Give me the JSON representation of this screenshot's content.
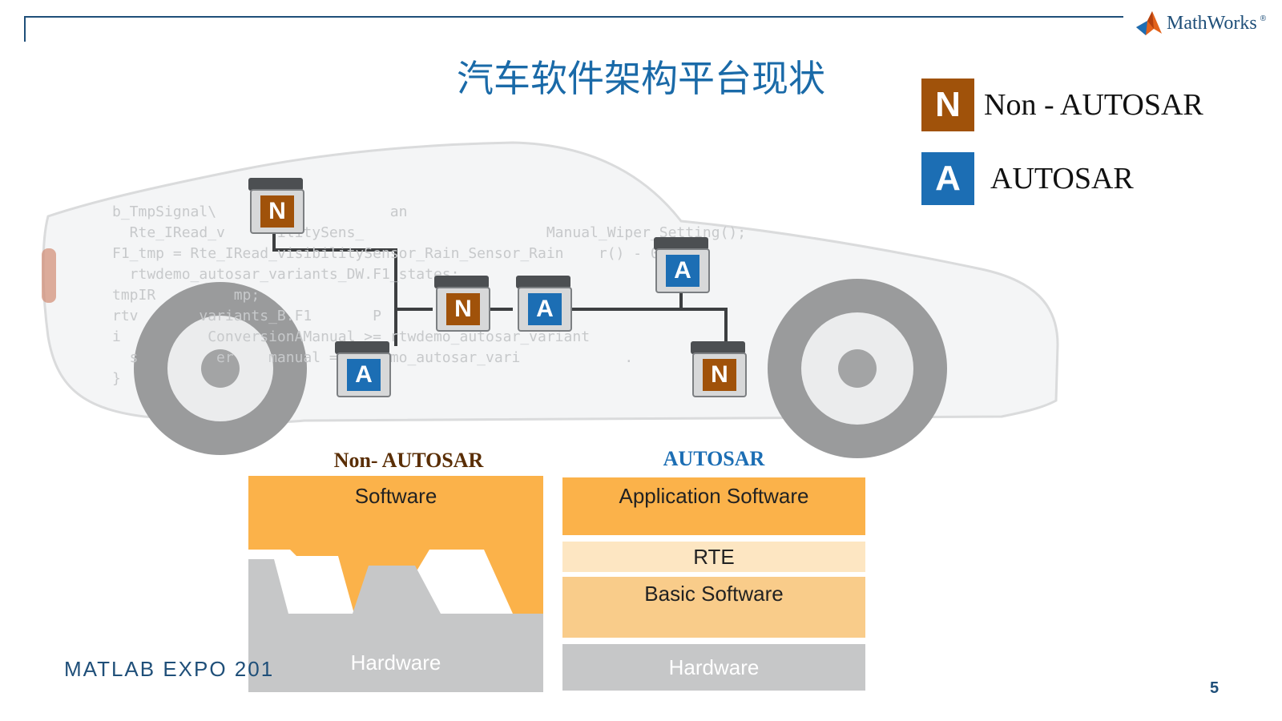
{
  "header": {
    "brand": "MathWorks",
    "brand_mark": "®"
  },
  "title": "汽车软件架构平台现状",
  "legend": {
    "items": [
      {
        "letter": "N",
        "label": "Non - AUTOSAR"
      },
      {
        "letter": "A",
        "label": "AUTOSAR"
      }
    ]
  },
  "code_lines": [
    "b_TmpSignal\\                    an",
    "  Rte_IRead_v      ilitySens_                     Manual_Wiper_Setting();",
    "F1_tmp = Rte_IRead_visibilitySensor_Rain_Sensor_Rain    r() - 0.5 *",
    "  rtwdemo_autosar_variants_DW.F1_states;",
    "tmpIR         mp;",
    "rtv       variants_B.F1       P",
    "i          ConversionAManual >= rtwdemo_autosar_variant",
    "  s         er    manual = rtwdemo_autosar_vari            .",
    "}"
  ],
  "ecus": [
    {
      "letter": "N"
    },
    {
      "letter": "N"
    },
    {
      "letter": "A"
    },
    {
      "letter": "A"
    },
    {
      "letter": "A"
    },
    {
      "letter": "N"
    }
  ],
  "stacks": {
    "non_autosar": {
      "title": "Non- AUTOSAR",
      "software": "Software",
      "hardware": "Hardware"
    },
    "autosar": {
      "title": "AUTOSAR",
      "app": "Application Software",
      "rte": "RTE",
      "basic": "Basic Software",
      "hardware": "Hardware"
    }
  },
  "footer": {
    "event": "MATLAB EXPO 201",
    "page": "5"
  },
  "colors": {
    "non_autosar": "#a0520a",
    "autosar": "#1c6eb4",
    "title": "#1a6aa8",
    "software": "#fbb24a",
    "rte": "#fde6c2",
    "basic": "#f9cc8a",
    "hardware": "#c6c7c8"
  }
}
